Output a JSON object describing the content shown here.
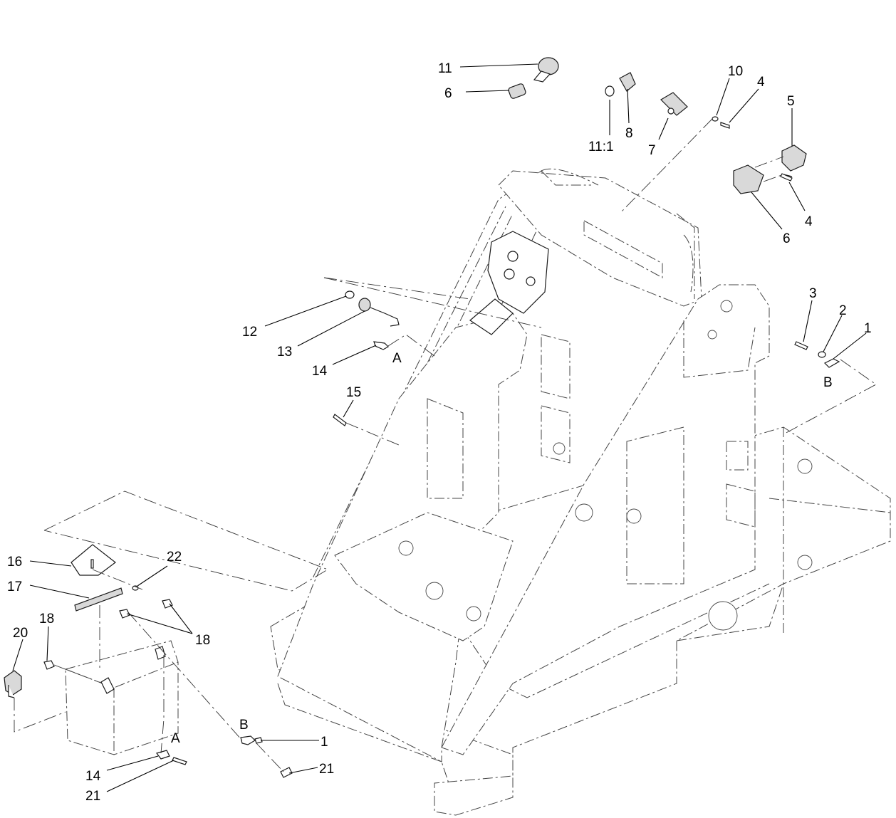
{
  "callouts": {
    "c11_top": "11",
    "c6_top": "6",
    "c8": "8",
    "c11_1": "11:1",
    "c7": "7",
    "c10": "10",
    "c4_top": "4",
    "c5": "5",
    "c4_mid": "4",
    "c6_mid": "6",
    "c3": "3",
    "c2": "2",
    "c1_top": "1",
    "cB_top": "B",
    "c12": "12",
    "c13": "13",
    "c14_top": "14",
    "cA_top": "A",
    "c15": "15",
    "c16": "16",
    "c22": "22",
    "c17": "17",
    "c18_left": "18",
    "c18_right": "18",
    "c20": "20",
    "cA_bottom": "A",
    "cB_bottom": "B",
    "c1_bottom": "1",
    "c14_bottom": "14",
    "c21_left": "21",
    "c21_right": "21"
  }
}
